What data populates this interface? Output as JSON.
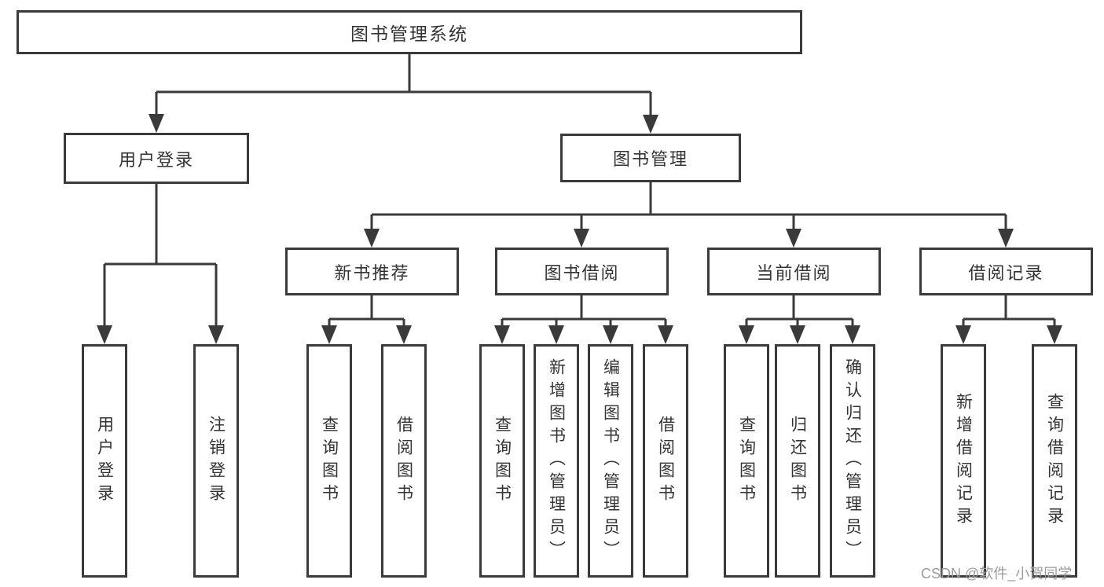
{
  "diagram": {
    "type": "hierarchy-tree",
    "title": "图书管理系统",
    "tree": {
      "root": {
        "id": "library-management-system",
        "label": "图书管理系统"
      },
      "level2": [
        {
          "id": "user-login",
          "label": "用户登录",
          "parent": "library-management-system"
        },
        {
          "id": "book-management",
          "label": "图书管理",
          "parent": "library-management-system"
        }
      ],
      "level3": [
        {
          "id": "new-book-recommend",
          "label": "新书推荐",
          "parent": "book-management"
        },
        {
          "id": "book-borrowing",
          "label": "图书借阅",
          "parent": "book-management"
        },
        {
          "id": "current-borrowing",
          "label": "当前借阅",
          "parent": "book-management"
        },
        {
          "id": "borrowing-records",
          "label": "借阅记录",
          "parent": "book-management"
        }
      ],
      "leaves": [
        {
          "id": "user-login-action",
          "label": "用户登录",
          "parent": "user-login"
        },
        {
          "id": "logout-action",
          "label": "注销登录",
          "parent": "user-login"
        },
        {
          "id": "query-books-recommend",
          "label": "查询图书",
          "parent": "new-book-recommend"
        },
        {
          "id": "borrow-books-recommend",
          "label": "借阅图书",
          "parent": "new-book-recommend"
        },
        {
          "id": "query-books-borrowing",
          "label": "查询图书",
          "parent": "book-borrowing"
        },
        {
          "id": "add-books-admin",
          "label": "新增图书（管理员）",
          "parent": "book-borrowing"
        },
        {
          "id": "edit-books-admin",
          "label": "编辑图书（管理员）",
          "parent": "book-borrowing"
        },
        {
          "id": "borrow-books",
          "label": "借阅图书",
          "parent": "book-borrowing"
        },
        {
          "id": "query-books-current",
          "label": "查询图书",
          "parent": "current-borrowing"
        },
        {
          "id": "return-books",
          "label": "归还图书",
          "parent": "current-borrowing"
        },
        {
          "id": "confirm-return-admin",
          "label": "确认归还（管理员）",
          "parent": "current-borrowing"
        },
        {
          "id": "add-borrowing-record",
          "label": "新增借阅记录",
          "parent": "borrowing-records"
        },
        {
          "id": "query-borrowing-record",
          "label": "查询借阅记录",
          "parent": "borrowing-records"
        }
      ]
    },
    "colors": {
      "line": "#3a3a3a",
      "box_border": "#3a3a3a",
      "text": "#333333",
      "background": "#ffffff",
      "watermark": "#9b9b9b"
    }
  },
  "watermark": {
    "text": "CSDN @软件_小贺同学"
  }
}
